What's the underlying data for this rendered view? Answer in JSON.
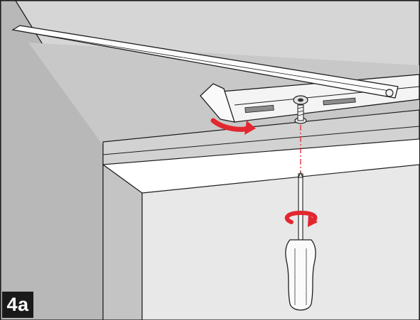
{
  "step": {
    "label": "4a"
  },
  "colors": {
    "wall": "#b4b4b4",
    "wall_dark": "#9c9c9c",
    "frame": "#cfcfcf",
    "ceiling": "#d9d9d9",
    "opening": "#e9e9e9",
    "arm": "#fbfbfb",
    "outline": "#1e1e1e",
    "arrow": "#e3262f",
    "badge": "#1a1a1a"
  },
  "icons": {
    "swing_arrow": "curved-rotate-arrow",
    "turn_arrow": "screwdriver-rotate-arrow",
    "tool": "screwdriver"
  }
}
